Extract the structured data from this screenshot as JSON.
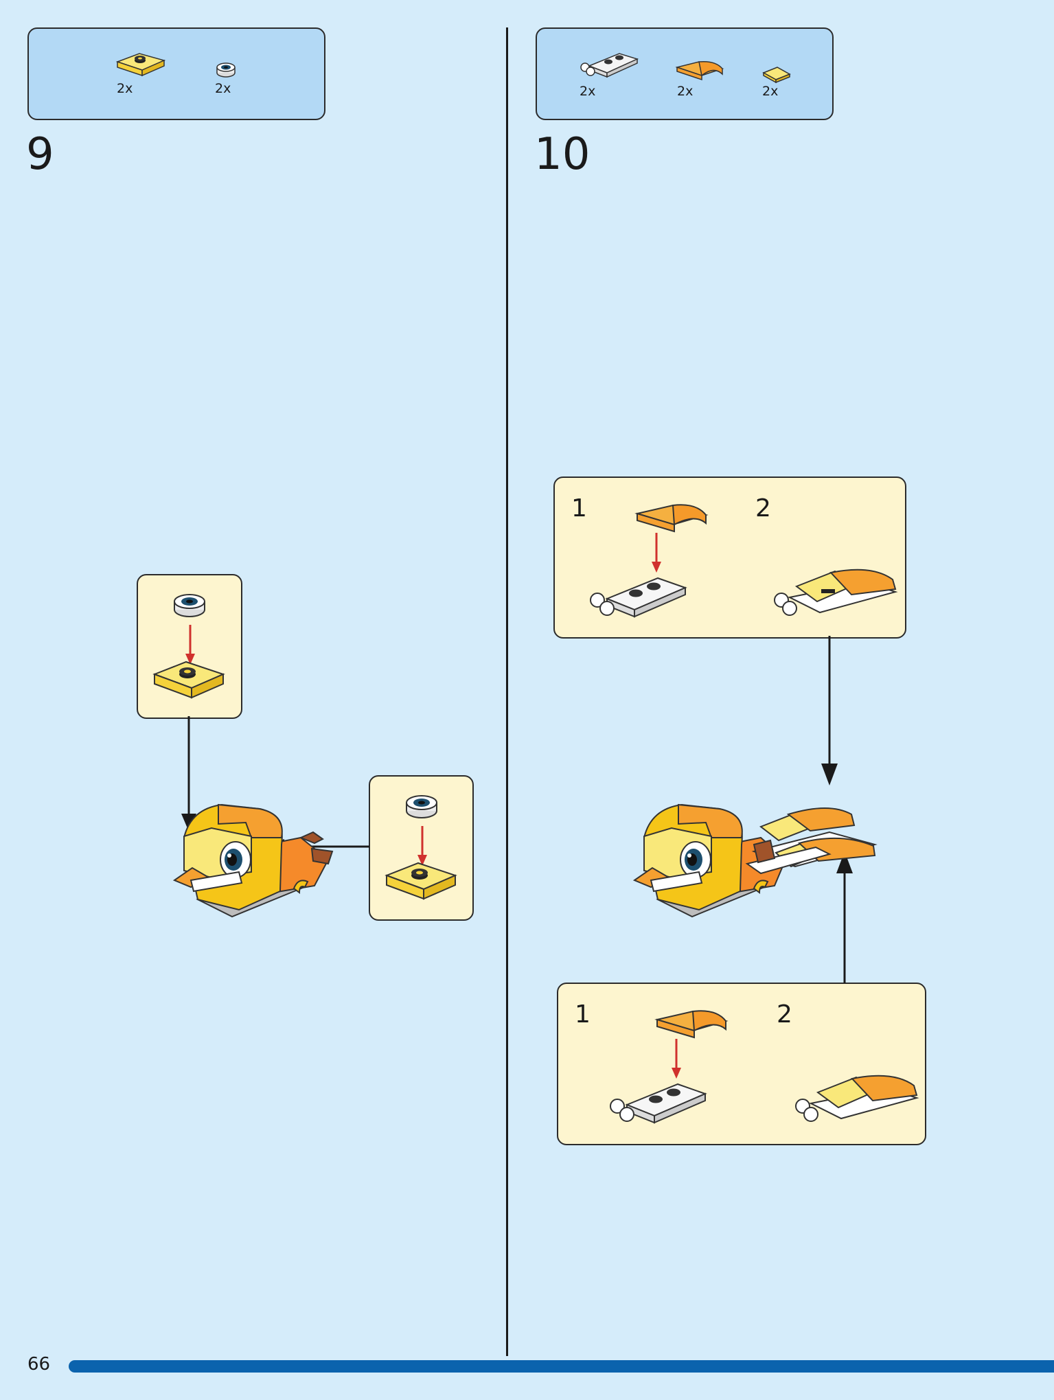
{
  "page": {
    "number": "66"
  },
  "colors": {
    "background": "#d5ecfa",
    "parts_box": "#b3d9f5",
    "callout": "#fdf5cf",
    "footer_bar": "#0b63ad",
    "arrow_red": "#d0312d",
    "yellow": "#f5d23b",
    "orange": "#f5a030",
    "light_yellow": "#f9e87a"
  },
  "step9": {
    "number": "9",
    "parts": [
      {
        "icon": "yellow-plate-with-stud-icon",
        "qty": "2x"
      },
      {
        "icon": "white-round-eye-tile-icon",
        "qty": "2x"
      }
    ]
  },
  "step10": {
    "number": "10",
    "parts": [
      {
        "icon": "white-plate-with-clips-icon",
        "qty": "2x"
      },
      {
        "icon": "orange-curved-slope-icon",
        "qty": "2x"
      },
      {
        "icon": "yellow-wedge-tile-icon",
        "qty": "2x"
      }
    ],
    "top_callout": {
      "sub1": "1",
      "sub2": "2"
    },
    "bottom_callout": {
      "sub1": "1",
      "sub2": "2"
    }
  }
}
